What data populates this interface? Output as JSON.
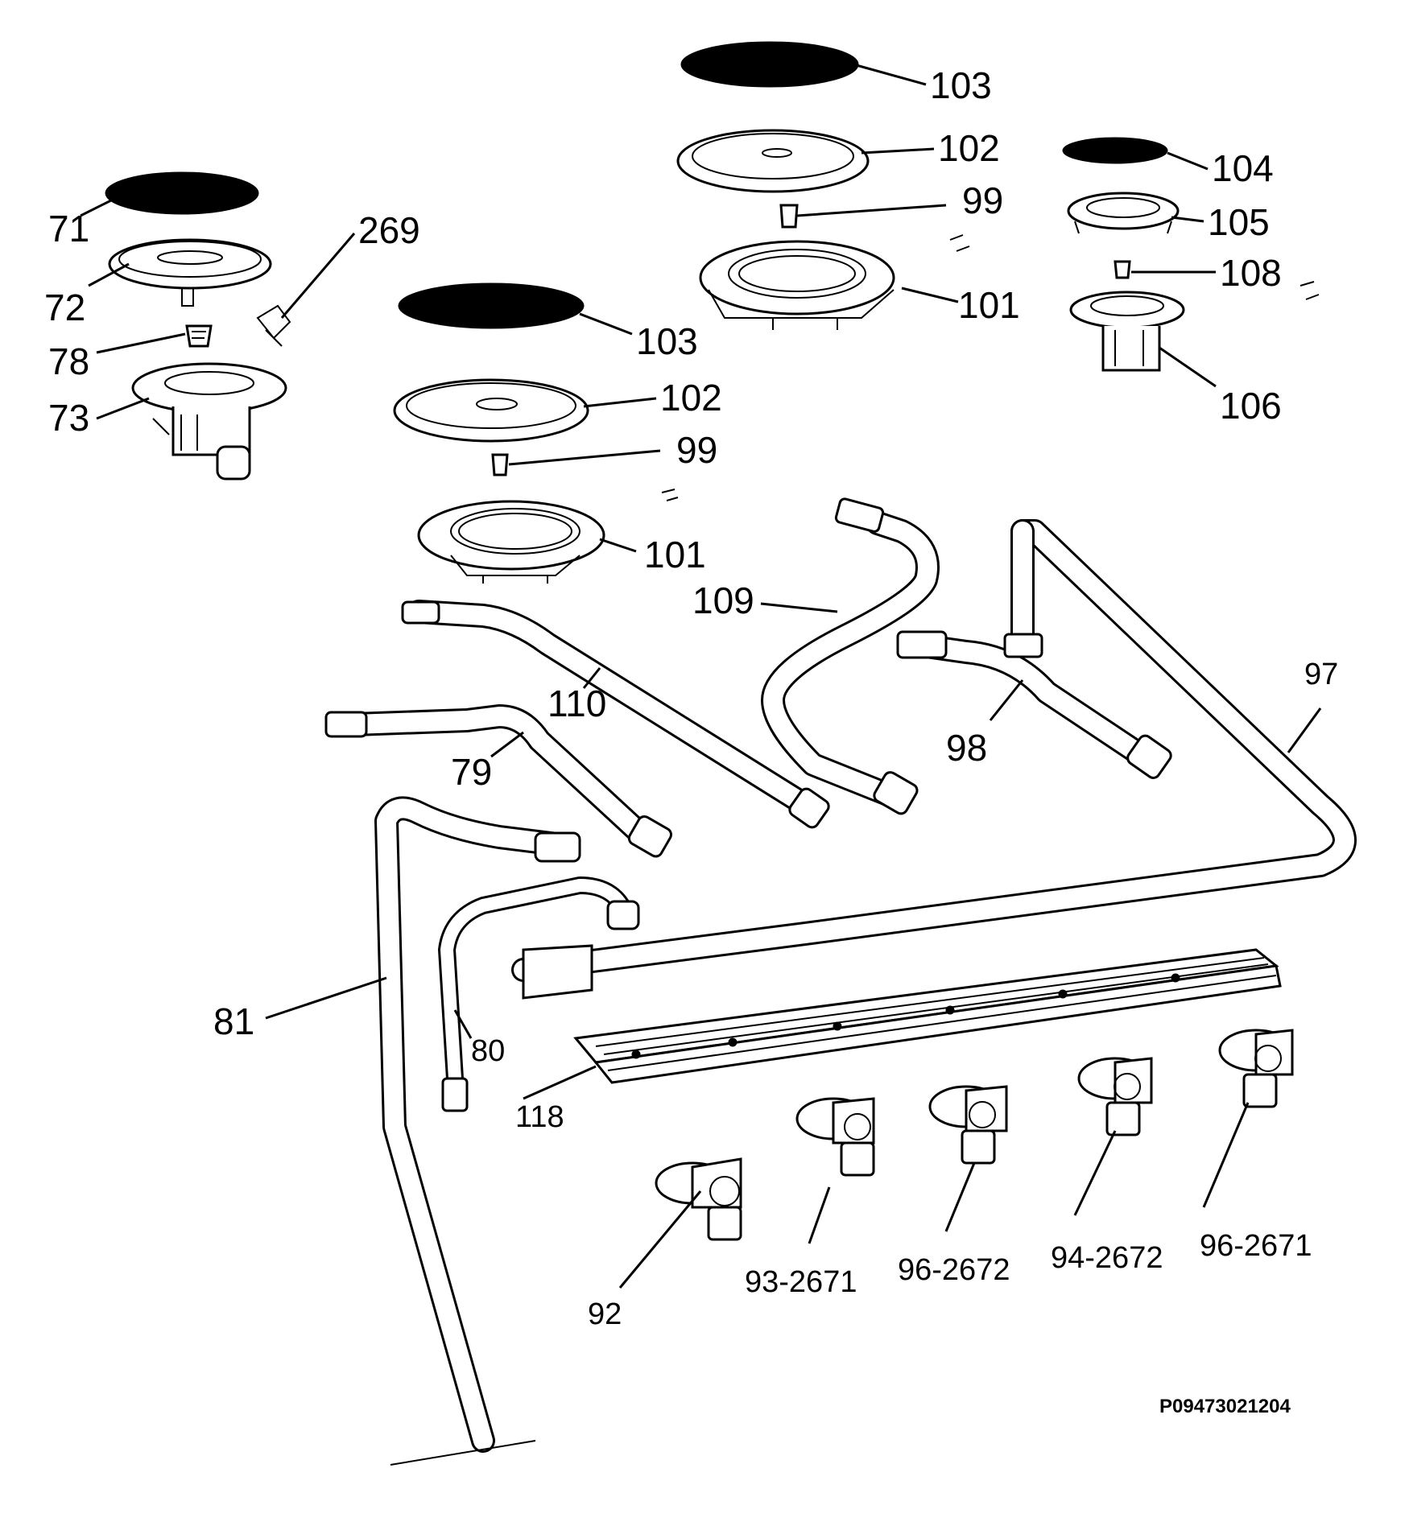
{
  "reference_code": "P09473021204",
  "labels": {
    "l71": "71",
    "l72": "72",
    "l78": "78",
    "l73": "73",
    "l269": "269",
    "l103a": "103",
    "l102a": "102",
    "l99a": "99",
    "l101a": "101",
    "l103b": "103",
    "l102b": "102",
    "l99b": "99",
    "l101b": "101",
    "l104": "104",
    "l105": "105",
    "l108": "108",
    "l106": "106",
    "l109": "109",
    "l110": "110",
    "l79": "79",
    "l98": "98",
    "l97": "97",
    "l81": "81",
    "l80": "80",
    "l118": "118",
    "l92": "92",
    "l93_2671": "93-2671",
    "l96_2672": "96-2672",
    "l94_2672": "94-2672",
    "l96_2671": "96-2671"
  }
}
